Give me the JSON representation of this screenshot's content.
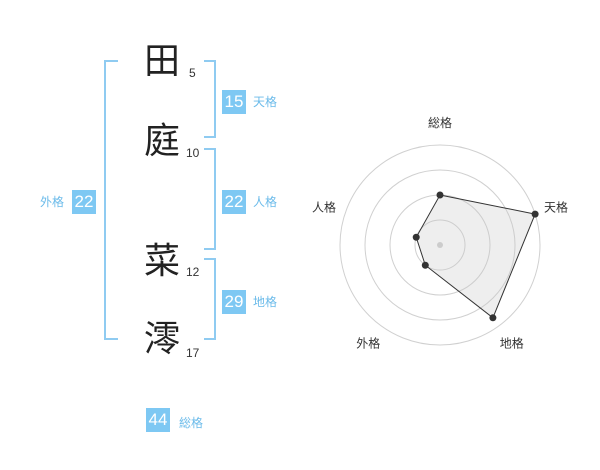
{
  "name": {
    "chars": [
      {
        "char": "田",
        "strokes": "5"
      },
      {
        "char": "庭",
        "strokes": "10"
      },
      {
        "char": "菜",
        "strokes": "12"
      },
      {
        "char": "澪",
        "strokes": "17"
      }
    ]
  },
  "kaku": {
    "ten": {
      "value": "15",
      "label": "天格"
    },
    "jin": {
      "value": "22",
      "label": "人格"
    },
    "chi": {
      "value": "29",
      "label": "地格"
    },
    "gai": {
      "value": "22",
      "label": "外格"
    },
    "sou": {
      "value": "44",
      "label": "総格"
    }
  },
  "colors": {
    "accent": "#7ec8f3",
    "bracket": "#8fcbf1",
    "label": "#6bbbea"
  },
  "chart_data": {
    "type": "radar",
    "axes": [
      "総格",
      "天格",
      "地格",
      "外格",
      "人格"
    ],
    "values": [
      0.5,
      1.0,
      0.9,
      0.25,
      0.25
    ],
    "rings": 4,
    "max": 1.0,
    "grid": true
  }
}
